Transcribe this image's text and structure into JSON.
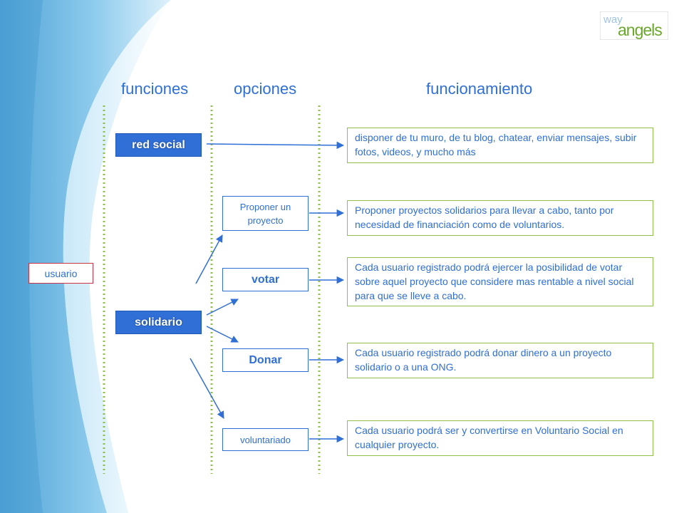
{
  "logo": {
    "top": "way",
    "bottom": "angels"
  },
  "headers": {
    "funciones": "funciones",
    "opciones": "opciones",
    "funcionamiento": "funcionamiento"
  },
  "user": {
    "label": "usuario"
  },
  "functions": {
    "red_social": "red social",
    "solidario": "solidario"
  },
  "options": {
    "proponer": "Proponer un proyecto",
    "votar": "votar",
    "donar": "Donar",
    "voluntariado": "voluntariado"
  },
  "descriptions": {
    "red_social": "disponer de tu muro, de tu blog, chatear, enviar mensajes, subir fotos, videos, y mucho más",
    "proponer": "Proponer proyectos solidarios para llevar a cabo, tanto por necesidad de financiación como de voluntarios.",
    "votar": "Cada usuario registrado podrá ejercer la posibilidad de votar sobre aquel proyecto que considere mas rentable a nivel social para que se lleve a cabo.",
    "donar": "Cada usuario registrado podrá donar dinero a un proyecto solidario o a una ONG.",
    "voluntariado": "Cada usuario podrá ser y convertirse en Voluntario Social en cualquier proyecto."
  },
  "colors": {
    "blue": "#2f6fd6",
    "green": "#8fc14a",
    "red": "#cc3344"
  }
}
